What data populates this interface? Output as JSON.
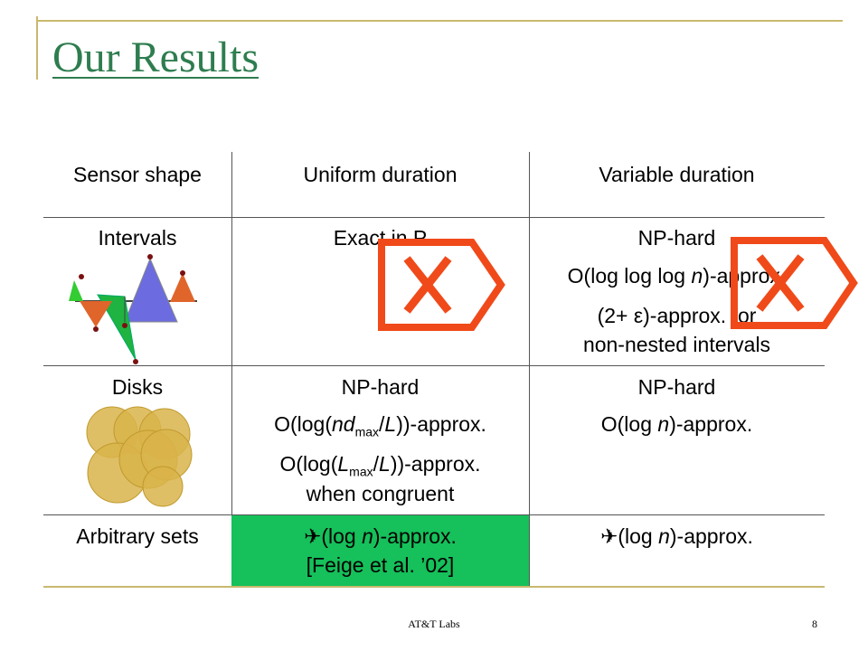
{
  "slide": {
    "title": "Our Results",
    "footer": "AT&T Labs",
    "page_number": "8"
  },
  "table": {
    "headers": [
      "Sensor shape",
      "Uniform duration",
      "Variable duration"
    ],
    "rows": [
      {
        "shape": "Intervals",
        "uniform": [
          "Exact in P"
        ],
        "variable": [
          "NP-hard",
          "O(log log log ",
          "n",
          ")-approx.",
          "(2+ ",
          "ε",
          ")-approx. for",
          "non-nested intervals"
        ]
      },
      {
        "shape": "Disks",
        "uniform": [
          "NP-hard",
          "O(log(",
          "nd",
          "max",
          "/",
          "L",
          "))-approx.",
          "O(log(",
          "L",
          "max",
          "/",
          "L",
          "))-approx.",
          "when congruent"
        ],
        "variable": [
          "NP-hard",
          "O(log ",
          "n",
          ")-approx."
        ]
      },
      {
        "shape": "Arbitrary sets",
        "uniform": [
          "✈",
          "(log ",
          "n",
          ")-approx.",
          "[Feige et al. ’02]"
        ],
        "variable": [
          "✈",
          "(log ",
          "n",
          ")-approx."
        ]
      }
    ]
  },
  "colors": {
    "title": "#2e7d4f",
    "rule": "#c9b96e",
    "highlight": "#16c05a",
    "cross_mark": "#f04a1a",
    "disk": "#d9b44a"
  },
  "icons": [
    "cross-tag-icon",
    "interval-triangles-illustration",
    "disk-cluster-illustration"
  ]
}
